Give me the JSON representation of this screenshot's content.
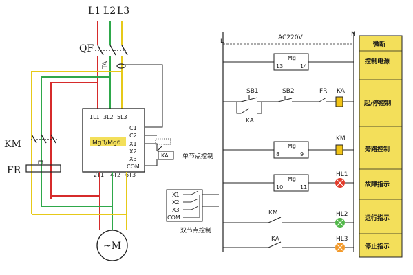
{
  "colors": {
    "phase_l1": "#d62b2b",
    "phase_l2": "#2ea84a",
    "phase_l3": "#e6c919",
    "wire": "#222222",
    "sidebar_bg": "#f3df5a",
    "module_hilite": "#f3df5a",
    "relay_coil": "#f2c416",
    "lamp_red": "#e23c2c",
    "lamp_green": "#52b84a",
    "lamp_amber": "#f39a2b"
  },
  "power": {
    "l1": "L1",
    "l2": "L2",
    "l3": "L3",
    "qf": "QF",
    "ta": "TA",
    "km": "KM",
    "fr": "FR",
    "motor": "~M",
    "motor_terminals": [
      "2T1",
      "4T2",
      "6T3"
    ]
  },
  "module": {
    "name": "Mg3/Mg6",
    "inputs": [
      "1L1",
      "3L2",
      "5L3"
    ],
    "terminals": [
      "C1",
      "C2",
      "X1",
      "X2",
      "X3",
      "COM"
    ]
  },
  "single_control": {
    "relay": "KA",
    "label": "单节点控制"
  },
  "double_control": {
    "terminals": [
      "X1",
      "X2",
      "X3",
      "COM"
    ],
    "label": "双节点控制"
  },
  "ladder": {
    "n_left": "L",
    "n_right": "N",
    "supply": "AC220V",
    "rung1": {
      "tag": "Mg",
      "t1": "13",
      "t2": "14"
    },
    "rung2": {
      "sb1": "SB1",
      "sb2": "SB2",
      "fr": "FR",
      "ka": "KA",
      "seal": "KA"
    },
    "rung3": {
      "tag": "Mg",
      "t1": "8",
      "t2": "9",
      "coil": "KM"
    },
    "rung4": {
      "tag": "Mg",
      "t1": "10",
      "t2": "11",
      "lamp": "HL1"
    },
    "rung5": {
      "contact": "KM",
      "lamp": "HL2"
    },
    "rung6": {
      "contact": "KA",
      "lamp": "HL3"
    }
  },
  "sidebar": {
    "title": "微断",
    "items": [
      "控制电源",
      "起/停控制",
      "旁路控制",
      "故障指示",
      "运行指示",
      "停止指示"
    ]
  }
}
